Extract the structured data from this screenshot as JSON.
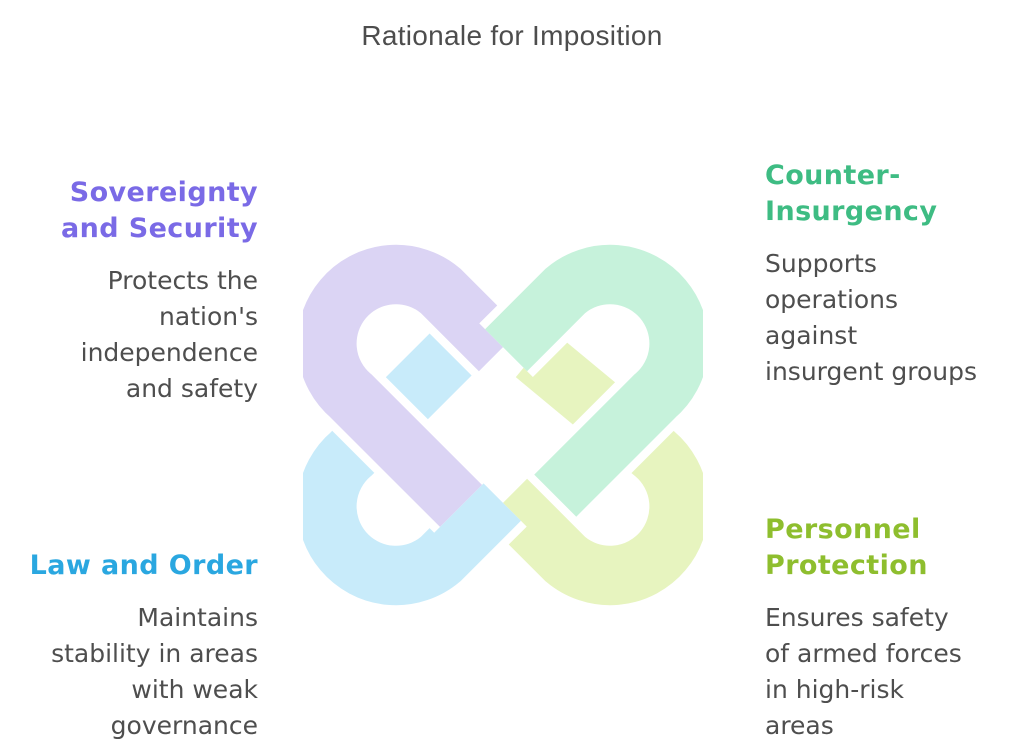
{
  "title": "Rationale for Imposition",
  "knot": {
    "colors": {
      "lavender": "#DBD4F4",
      "mint": "#C6F2DB",
      "blue": "#C8EBFA",
      "lime": "#E7F4BF"
    }
  },
  "quadrants": {
    "top_left": {
      "heading_lines": [
        "Sovereignty",
        "and Security"
      ],
      "desc_lines": [
        "Protects the",
        "nation's",
        "independence",
        "and safety"
      ],
      "color": "#7A6AE6"
    },
    "top_right": {
      "heading_lines": [
        "Counter-",
        "Insurgency"
      ],
      "desc_lines": [
        "Supports",
        "operations",
        "against",
        "insurgent groups"
      ],
      "color": "#3EBC83"
    },
    "bottom_left": {
      "heading_lines": [
        "Law and Order"
      ],
      "desc_lines": [
        "Maintains",
        "stability in areas",
        "with weak",
        "governance"
      ],
      "color": "#2AA7E0"
    },
    "bottom_right": {
      "heading_lines": [
        "Personnel",
        "Protection"
      ],
      "desc_lines": [
        "Ensures safety",
        "of armed forces",
        "in high-risk",
        "areas"
      ],
      "color": "#8EBE2E"
    }
  }
}
